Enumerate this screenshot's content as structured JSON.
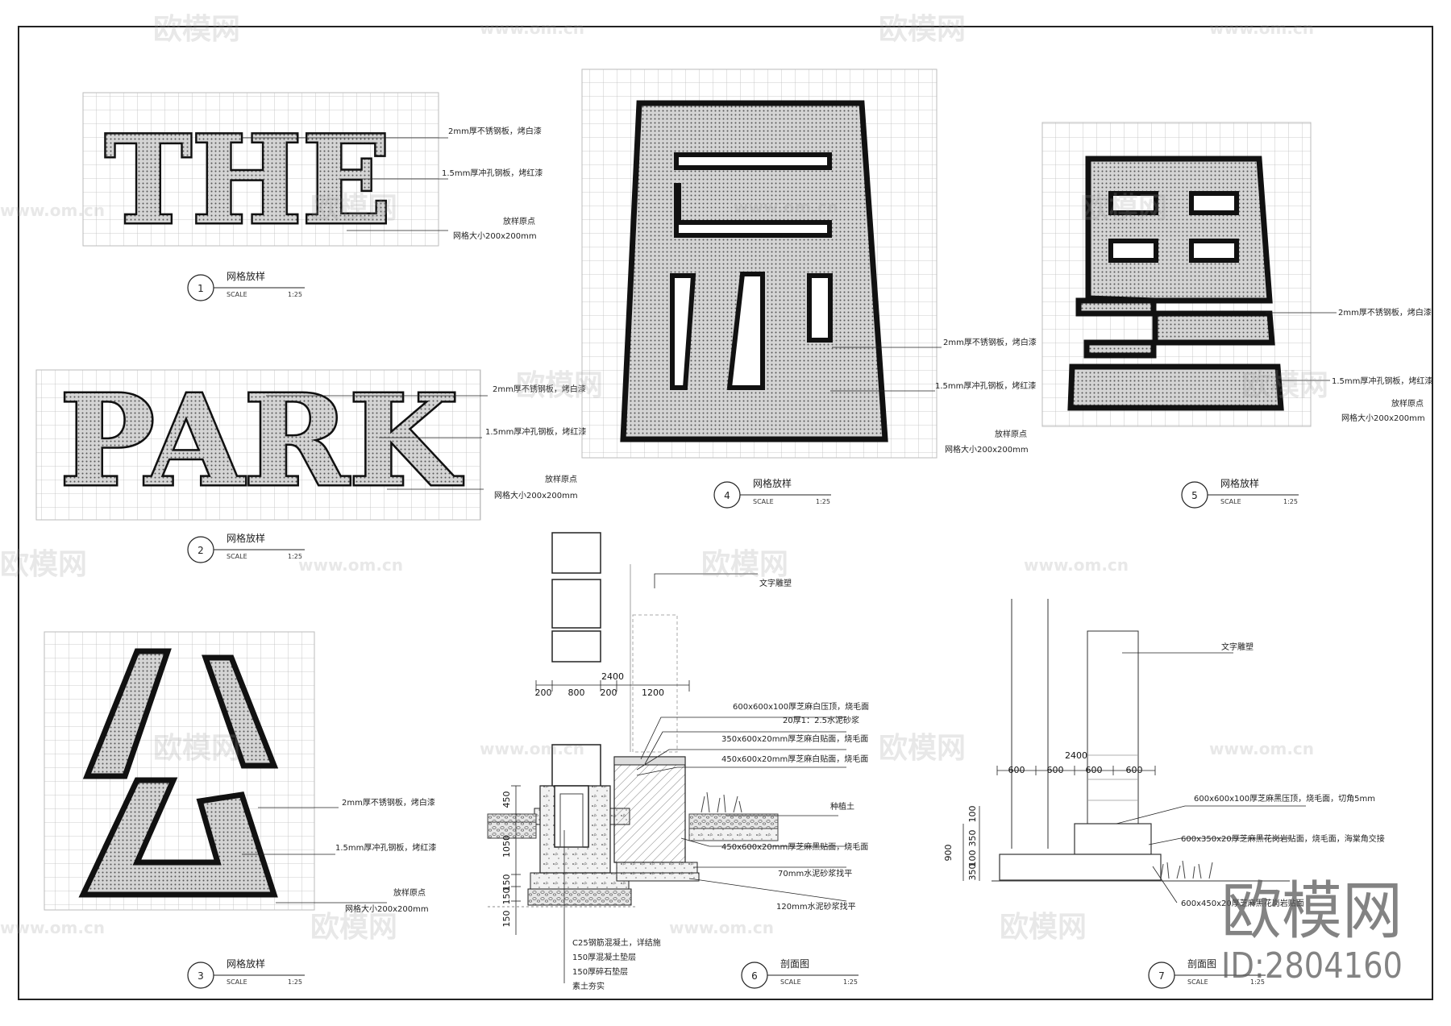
{
  "callouts": {
    "a": "2mm厚不锈钢板，烤白漆",
    "b": "1.5mm厚冲孔钢板，烤红漆",
    "c": "放样原点",
    "d": "网格大小200x200mm"
  },
  "letters": {
    "the": "THE",
    "park": "PARK"
  },
  "details": [
    {
      "num": "1",
      "title": "网格放样",
      "scale_label": "SCALE",
      "scale": "1:25"
    },
    {
      "num": "2",
      "title": "网格放样",
      "scale_label": "SCALE",
      "scale": "1:25"
    },
    {
      "num": "3",
      "title": "网格放样",
      "scale_label": "SCALE",
      "scale": "1:25"
    },
    {
      "num": "4",
      "title": "网格放样",
      "scale_label": "SCALE",
      "scale": "1:25"
    },
    {
      "num": "5",
      "title": "网格放样",
      "scale_label": "SCALE",
      "scale": "1:25"
    },
    {
      "num": "6",
      "title": "剖面图",
      "scale_label": "SCALE",
      "scale": "1:25"
    },
    {
      "num": "7",
      "title": "剖面图",
      "scale_label": "SCALE",
      "scale": "1:25"
    }
  ],
  "section6": {
    "total": "2400",
    "segments": [
      "200",
      "800",
      "200",
      "1200"
    ],
    "v_dims": [
      "450",
      "1050",
      "150",
      "150",
      "150"
    ],
    "notes": [
      "文字雕塑",
      "600x600x100厚芝麻白压顶，烧毛面",
      "20厚1：2.5水泥砂浆",
      "350x600x20mm厚芝麻白贴面，烧毛面",
      "450x600x20mm厚芝麻白贴面，烧毛面",
      "种植土",
      "450x600x20mm厚芝麻黑贴面，烧毛面",
      "70mm水泥砂浆找平",
      "120mm水泥砂浆找平",
      "C25钢筋混凝土，详结施",
      "150厚混凝土垫层",
      "150厚碎石垫层",
      "素土夯实"
    ]
  },
  "section7": {
    "total": "2400",
    "segments": [
      "600",
      "600",
      "600",
      "600"
    ],
    "v_dims": [
      "100",
      "350",
      "100",
      "350",
      "900"
    ],
    "notes": [
      "文字雕塑",
      "600x600x100厚芝麻黑压顶，烧毛面，切角5mm",
      "600x350x20厚芝麻黑花岗岩贴面，烧毛面，海棠角交接",
      "600x450x20厚芝麻黑花岗岩贴面"
    ]
  },
  "watermark": {
    "brand": "欧模网",
    "site": "www.om.cn",
    "id": "ID:2804160"
  },
  "colors": {
    "line": "#111111",
    "fill_dots": "#555555"
  }
}
